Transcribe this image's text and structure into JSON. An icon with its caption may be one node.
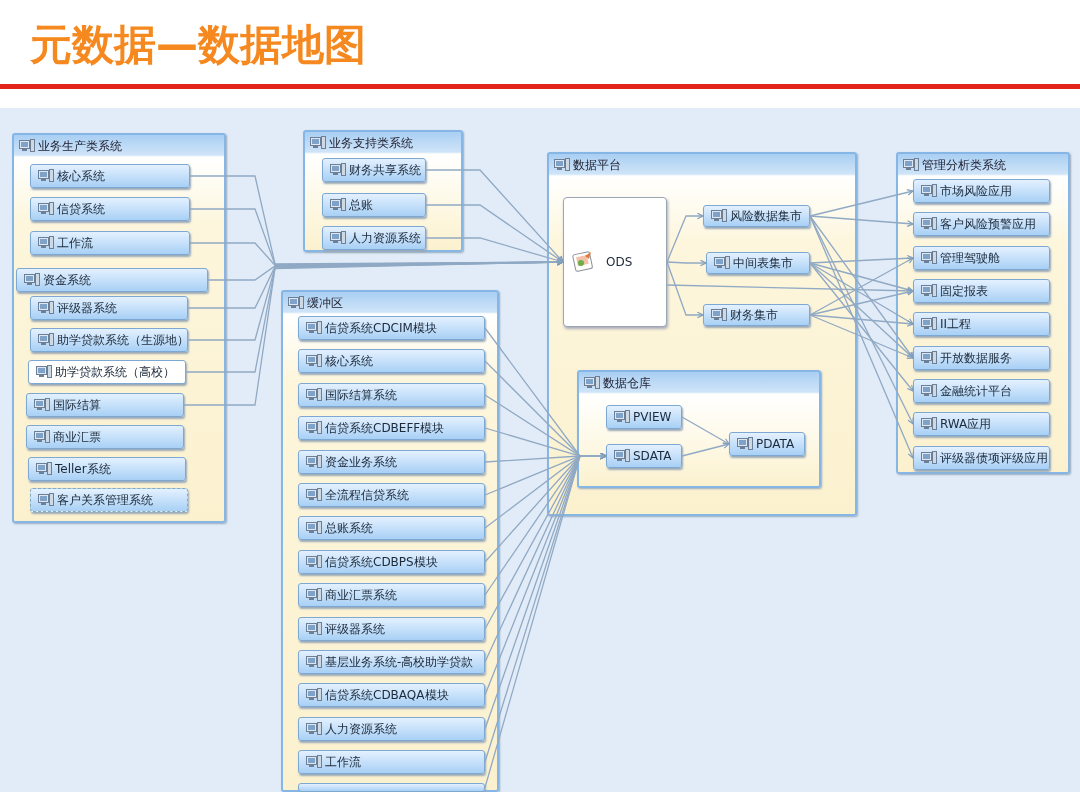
{
  "diagram": {
    "title": "元数据—数据地图",
    "nodes": [
      {
        "text": [
          "业务生产类系统"
        ]
      },
      {
        "text": [
          "核心系统"
        ],
        "in": 0
      },
      {
        "text": [
          "信贷系统"
        ],
        "in": 0
      },
      {
        "text": [
          "工作流"
        ],
        "in": 0
      },
      {
        "text": [
          "资金系统"
        ],
        "in": 0
      },
      {
        "text": [
          "评级器系统"
        ],
        "in": 0
      },
      {
        "text": [
          "助学贷款系统（生源地）"
        ],
        "in": 0
      },
      {
        "text": [
          "助学贷款系统（高校）"
        ],
        "in": 0
      },
      {
        "text": [
          "国际结算"
        ],
        "in": 0
      },
      {
        "text": [
          "商业汇票"
        ],
        "in": 0
      },
      {
        "text": [
          "Teller系统"
        ],
        "in": 0
      },
      {
        "text": [
          "客户关系管理系统"
        ],
        "in": 0
      },
      {
        "text": [
          "业务支持类系统"
        ]
      },
      {
        "text": [
          "财务共享系统"
        ],
        "in": 12
      },
      {
        "text": [
          "总账"
        ],
        "in": 12
      },
      {
        "text": [
          "人力资源系统"
        ],
        "in": 12
      },
      {
        "text": [
          "数据平台"
        ]
      },
      {
        "text": [
          "ODS"
        ],
        "in": 16
      },
      {
        "text": [
          "风险数据集市"
        ],
        "in": 16
      },
      {
        "text": [
          "中间表集市"
        ],
        "in": 16
      },
      {
        "text": [
          "财务集市"
        ],
        "in": 16
      },
      {
        "text": [
          "数据仓库"
        ],
        "in": 16
      },
      {
        "text": [
          "PVIEW"
        ],
        "in": 21
      },
      {
        "text": [
          "SDATA"
        ],
        "in": 21
      },
      {
        "text": [
          "PDATA"
        ],
        "in": 21
      },
      {
        "text": [
          "管理分析类系统"
        ]
      },
      {
        "text": [
          "市场风险应用"
        ],
        "in": 25
      },
      {
        "text": [
          "客户风险预警应用"
        ],
        "in": 25
      },
      {
        "text": [
          "管理驾驶舱"
        ],
        "in": 25
      },
      {
        "text": [
          "固定报表"
        ],
        "in": 25
      },
      {
        "text": [
          "II工程"
        ],
        "in": 25
      },
      {
        "text": [
          "开放数据服务"
        ],
        "in": 25
      },
      {
        "text": [
          "金融统计平台"
        ],
        "in": 25
      },
      {
        "text": [
          "RWA应用"
        ],
        "in": 25
      },
      {
        "text": [
          "评级器债项评级应用"
        ],
        "in": 25
      },
      {
        "text": [
          "缓冲区"
        ]
      },
      {
        "text": [
          "信贷系统CDCIM模块"
        ],
        "in": 35
      },
      {
        "text": [
          "核心系统"
        ],
        "in": 35
      },
      {
        "text": [
          "国际结算系统"
        ],
        "in": 35
      },
      {
        "text": [
          "信贷系统CDBEFF模块"
        ],
        "in": 35
      },
      {
        "text": [
          "资金业务系统"
        ],
        "in": 35
      },
      {
        "text": [
          "全流程信贷系统"
        ],
        "in": 35
      },
      {
        "text": [
          "总账系统"
        ],
        "in": 35
      },
      {
        "text": [
          "信贷系统CDBPS模块"
        ],
        "in": 35
      },
      {
        "text": [
          "商业汇票系统"
        ],
        "in": 35
      },
      {
        "text": [
          "评级器系统"
        ],
        "in": 35
      },
      {
        "text": [
          "基层业务系统-高校助学贷款"
        ],
        "in": 35
      },
      {
        "text": [
          "信贷系统CDBAQA模块"
        ],
        "in": 35
      },
      {
        "text": [
          "人力资源系统"
        ],
        "in": 35
      },
      {
        "text": [
          "工作流"
        ],
        "in": 35
      },
      {
        "text": [],
        "shape": "box",
        "in": 35
      }
    ],
    "edges": [
      {
        "from": 1,
        "to": 17,
        "arrow": "to"
      },
      {
        "from": 2,
        "to": 17,
        "arrow": "to"
      },
      {
        "from": 3,
        "to": 17,
        "arrow": "to"
      },
      {
        "from": 4,
        "to": 17,
        "arrow": "to"
      },
      {
        "from": 5,
        "to": 17,
        "arrow": "to"
      },
      {
        "from": 6,
        "to": 17,
        "arrow": "to"
      },
      {
        "from": 7,
        "to": 17,
        "arrow": "to"
      },
      {
        "from": 8,
        "to": 17,
        "arrow": "to"
      },
      {
        "from": 13,
        "to": 17,
        "arrow": "to"
      },
      {
        "from": 14,
        "to": 17,
        "arrow": "to"
      },
      {
        "from": 15,
        "to": 17,
        "arrow": "to"
      },
      {
        "from": 17,
        "to": 18,
        "arrow": "to"
      },
      {
        "from": 17,
        "to": 19,
        "arrow": "to"
      },
      {
        "from": 17,
        "to": 20,
        "arrow": "to"
      },
      {
        "from": 17,
        "to": 29,
        "arrow": "to"
      },
      {
        "from": 36,
        "to": 23,
        "arrow": "to"
      },
      {
        "from": 37,
        "to": 23,
        "arrow": "to"
      },
      {
        "from": 38,
        "to": 23,
        "arrow": "to"
      },
      {
        "from": 39,
        "to": 23,
        "arrow": "to"
      },
      {
        "from": 40,
        "to": 23,
        "arrow": "to"
      },
      {
        "from": 41,
        "to": 23,
        "arrow": "to"
      },
      {
        "from": 42,
        "to": 23,
        "arrow": "to"
      },
      {
        "from": 43,
        "to": 23,
        "arrow": "to"
      },
      {
        "from": 44,
        "to": 23,
        "arrow": "to"
      },
      {
        "from": 45,
        "to": 23,
        "arrow": "to"
      },
      {
        "from": 46,
        "to": 23,
        "arrow": "to"
      },
      {
        "from": 47,
        "to": 23,
        "arrow": "to"
      },
      {
        "from": 48,
        "to": 23,
        "arrow": "to"
      },
      {
        "from": 49,
        "to": 23,
        "arrow": "to"
      },
      {
        "from": 50,
        "to": 23,
        "arrow": "to"
      },
      {
        "from": 22,
        "to": 24,
        "arrow": "to"
      },
      {
        "from": 23,
        "to": 24,
        "arrow": "to"
      },
      {
        "from": 18,
        "to": 26,
        "arrow": "to"
      },
      {
        "from": 18,
        "to": 27,
        "arrow": "to"
      },
      {
        "from": 18,
        "to": 31,
        "arrow": "to"
      },
      {
        "from": 18,
        "to": 33,
        "arrow": "to"
      },
      {
        "from": 18,
        "to": 34,
        "arrow": "to"
      },
      {
        "from": 19,
        "to": 28,
        "arrow": "to"
      },
      {
        "from": 19,
        "to": 29,
        "arrow": "to"
      },
      {
        "from": 19,
        "to": 30,
        "arrow": "to"
      },
      {
        "from": 19,
        "to": 31,
        "arrow": "to"
      },
      {
        "from": 19,
        "to": 32,
        "arrow": "to"
      },
      {
        "from": 20,
        "to": 28,
        "arrow": "to"
      },
      {
        "from": 20,
        "to": 29,
        "arrow": "to"
      },
      {
        "from": 20,
        "to": 30,
        "arrow": "to"
      },
      {
        "from": 20,
        "to": 31,
        "arrow": "to"
      }
    ]
  }
}
